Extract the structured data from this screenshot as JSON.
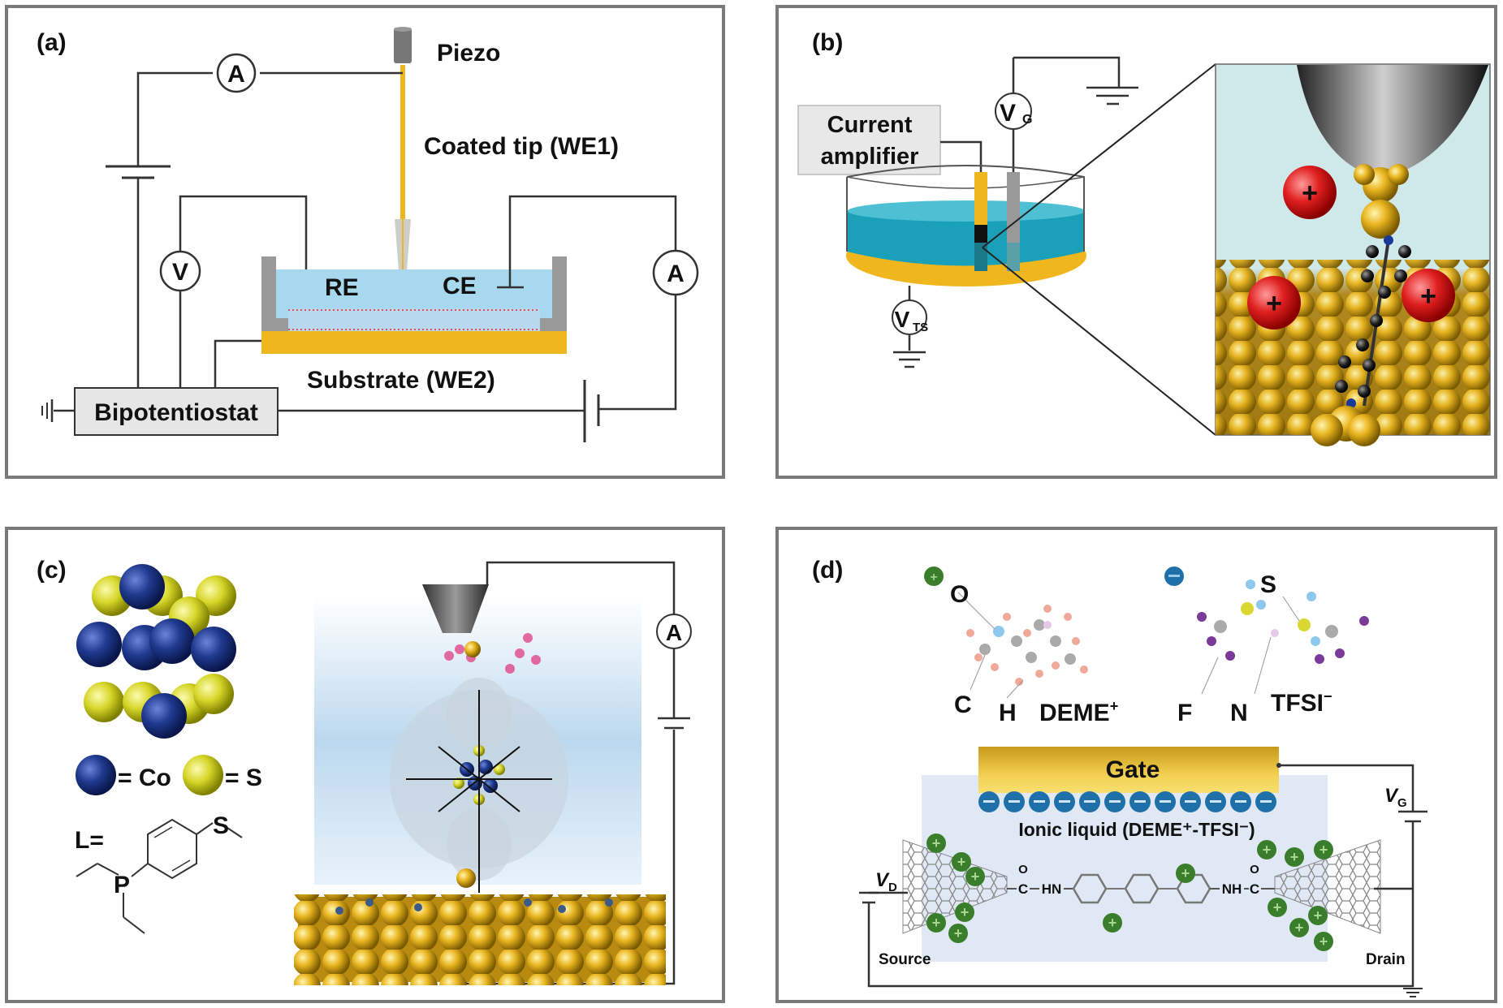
{
  "panels": {
    "a": {
      "label": "(a)",
      "piezo": "Piezo",
      "tip": "Coated tip (WE1)",
      "re": "RE",
      "ce": "CE",
      "substrate": "Substrate (WE2)",
      "bipotentiostat": "Bipotentiostat",
      "ammeter": "A",
      "voltmeter": "V"
    },
    "b": {
      "label": "(b)",
      "amplifier_line1": "Current",
      "amplifier_line2": "amplifier",
      "vg_main": "V",
      "vg_sub": "G",
      "vts_main": "V",
      "vts_sub": "TS",
      "ion_symbol": "+"
    },
    "c": {
      "label": "(c)",
      "legend_co": "= Co",
      "legend_s": "= S",
      "ligand_label": "L=",
      "ligand_s": "S",
      "ligand_p": "P",
      "ammeter": "A"
    },
    "d": {
      "label": "(d)",
      "atom_o": "O",
      "atom_c": "C",
      "atom_h": "H",
      "cation": "DEME",
      "cation_sup": "+",
      "atom_s": "S",
      "atom_f": "F",
      "atom_n": "N",
      "anion": "TFSI",
      "anion_sup": "−",
      "gate": "Gate",
      "ionic_liquid": "Ionic liquid (DEME⁺-TFSI⁻)",
      "vg_main": "V",
      "vg_sub": "G",
      "vd_main": "V",
      "vd_sub": "D",
      "source": "Source",
      "drain": "Drain",
      "linker_o": "O",
      "linker_c": "C",
      "linker_hn": "HN",
      "linker_nh": "NH"
    }
  },
  "colors": {
    "gold": "#f0b61e",
    "liquid": "#a8d8ee",
    "cation_red": "#d92020",
    "cation_green": "#3a7d2a",
    "anion_blue": "#1f6fa8",
    "co_blue": "#1f3a8f",
    "s_yellow": "#d8d830",
    "frame": "#7a7a7a"
  }
}
